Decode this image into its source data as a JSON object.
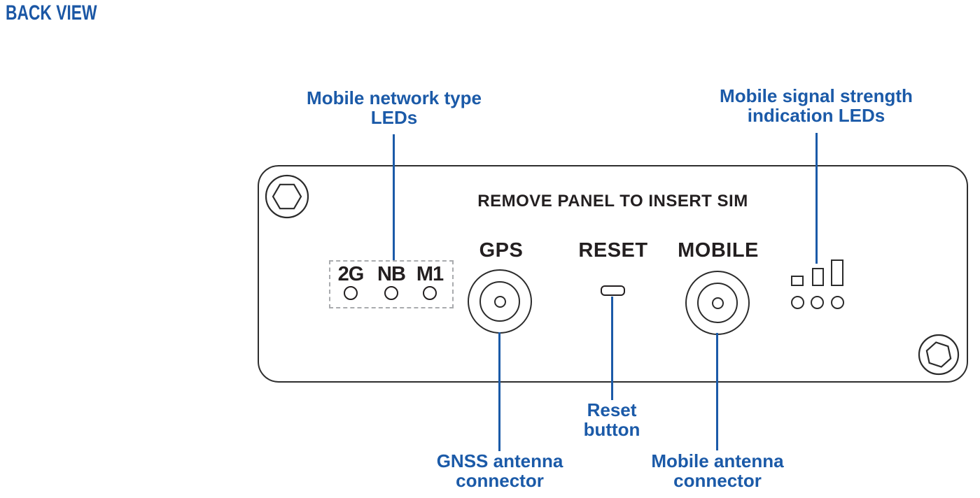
{
  "title": "BACK VIEW",
  "colors": {
    "accent_blue": "#1b5aa8",
    "outline_dark": "#2b2b2b",
    "text_dark": "#231f20",
    "dashed_gray": "#a9abae"
  },
  "callouts": {
    "network_type_leds": "Mobile network type\nLEDs",
    "signal_strength_leds": "Mobile signal strength\nindication LEDs",
    "reset_button": "Reset\nbutton",
    "gnss_connector": "GNSS  antenna\nconnector",
    "mobile_connector": "Mobile antenna\nconnector"
  },
  "panel": {
    "sim_notice": "REMOVE PANEL TO INSERT SIM",
    "gps_label": "GPS",
    "reset_label": "RESET",
    "mobile_label": "MOBILE",
    "network_led_labels": [
      "2G",
      "NB",
      "M1"
    ],
    "icons": {
      "top_left_screw": "hex-screw-icon",
      "bottom_right_screw": "hex-screw-icon",
      "gps_port": "antenna-connector-icon",
      "mobile_port": "antenna-connector-icon",
      "signal_indicator": "signal-strength-bars-icon"
    }
  }
}
